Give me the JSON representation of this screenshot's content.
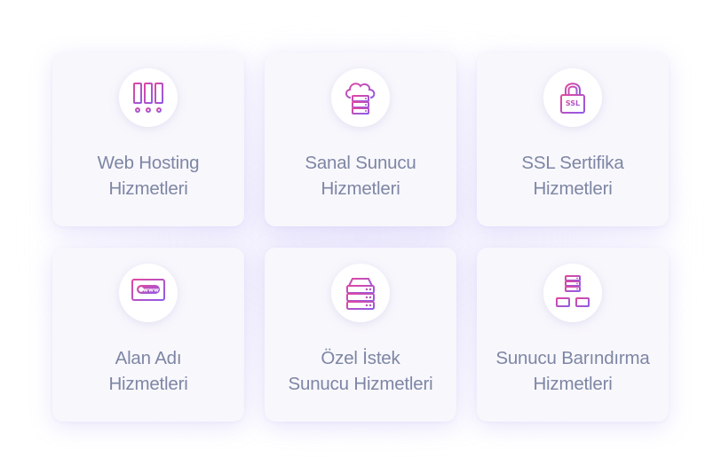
{
  "services": [
    {
      "icon": "server-rack-icon",
      "line1": "Web Hosting",
      "line2": "Hizmetleri"
    },
    {
      "icon": "cloud-server-icon",
      "line1": "Sanal Sunucu",
      "line2": "Hizmetleri"
    },
    {
      "icon": "ssl-lock-icon",
      "line1": "SSL Sertifika",
      "line2": "Hizmetleri"
    },
    {
      "icon": "www-monitor-icon",
      "line1": "Alan Adı",
      "line2": "Hizmetleri"
    },
    {
      "icon": "server-stack-icon",
      "line1": "Özel İstek",
      "line2": "Sunucu Hizmetleri"
    },
    {
      "icon": "network-server-icon",
      "line1": "Sunucu Barındırma",
      "line2": "Hizmetleri"
    }
  ],
  "colors": {
    "icon_gradient_start": "#e0479e",
    "icon_gradient_end": "#8f5ce8",
    "title_text": "#7d86a4",
    "card_background": "#f8f7fc"
  }
}
